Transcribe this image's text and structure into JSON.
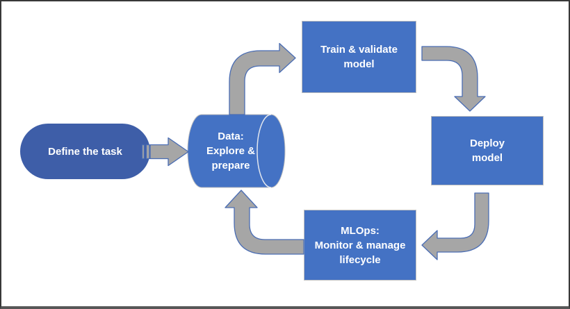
{
  "diagram": {
    "title_semantic": "machine-learning-workflow-cycle",
    "nodes": {
      "define": {
        "label": "Define the task"
      },
      "data": {
        "lines": [
          "Data:",
          "Explore &",
          "prepare"
        ]
      },
      "train": {
        "lines": [
          "Train & validate",
          "model"
        ]
      },
      "deploy": {
        "lines": [
          "Deploy",
          "model"
        ]
      },
      "mlops": {
        "lines": [
          "MLOps:",
          "Monitor & manage",
          "lifecycle"
        ]
      }
    },
    "colors": {
      "canvas_background": "#FFFFFF",
      "frame_border": "#383838",
      "frame_border_bottom": "#575757",
      "box_fill": "#4472C4",
      "box_border": "#BFBFBF",
      "start_pill_fill": "#3E5EA8",
      "arrow_fill": "#A6A6A6",
      "arrow_outline": "#4A6DB4",
      "cylinder_rim_line": "#E2E6EE",
      "label_text": "#FFFFFF"
    }
  }
}
